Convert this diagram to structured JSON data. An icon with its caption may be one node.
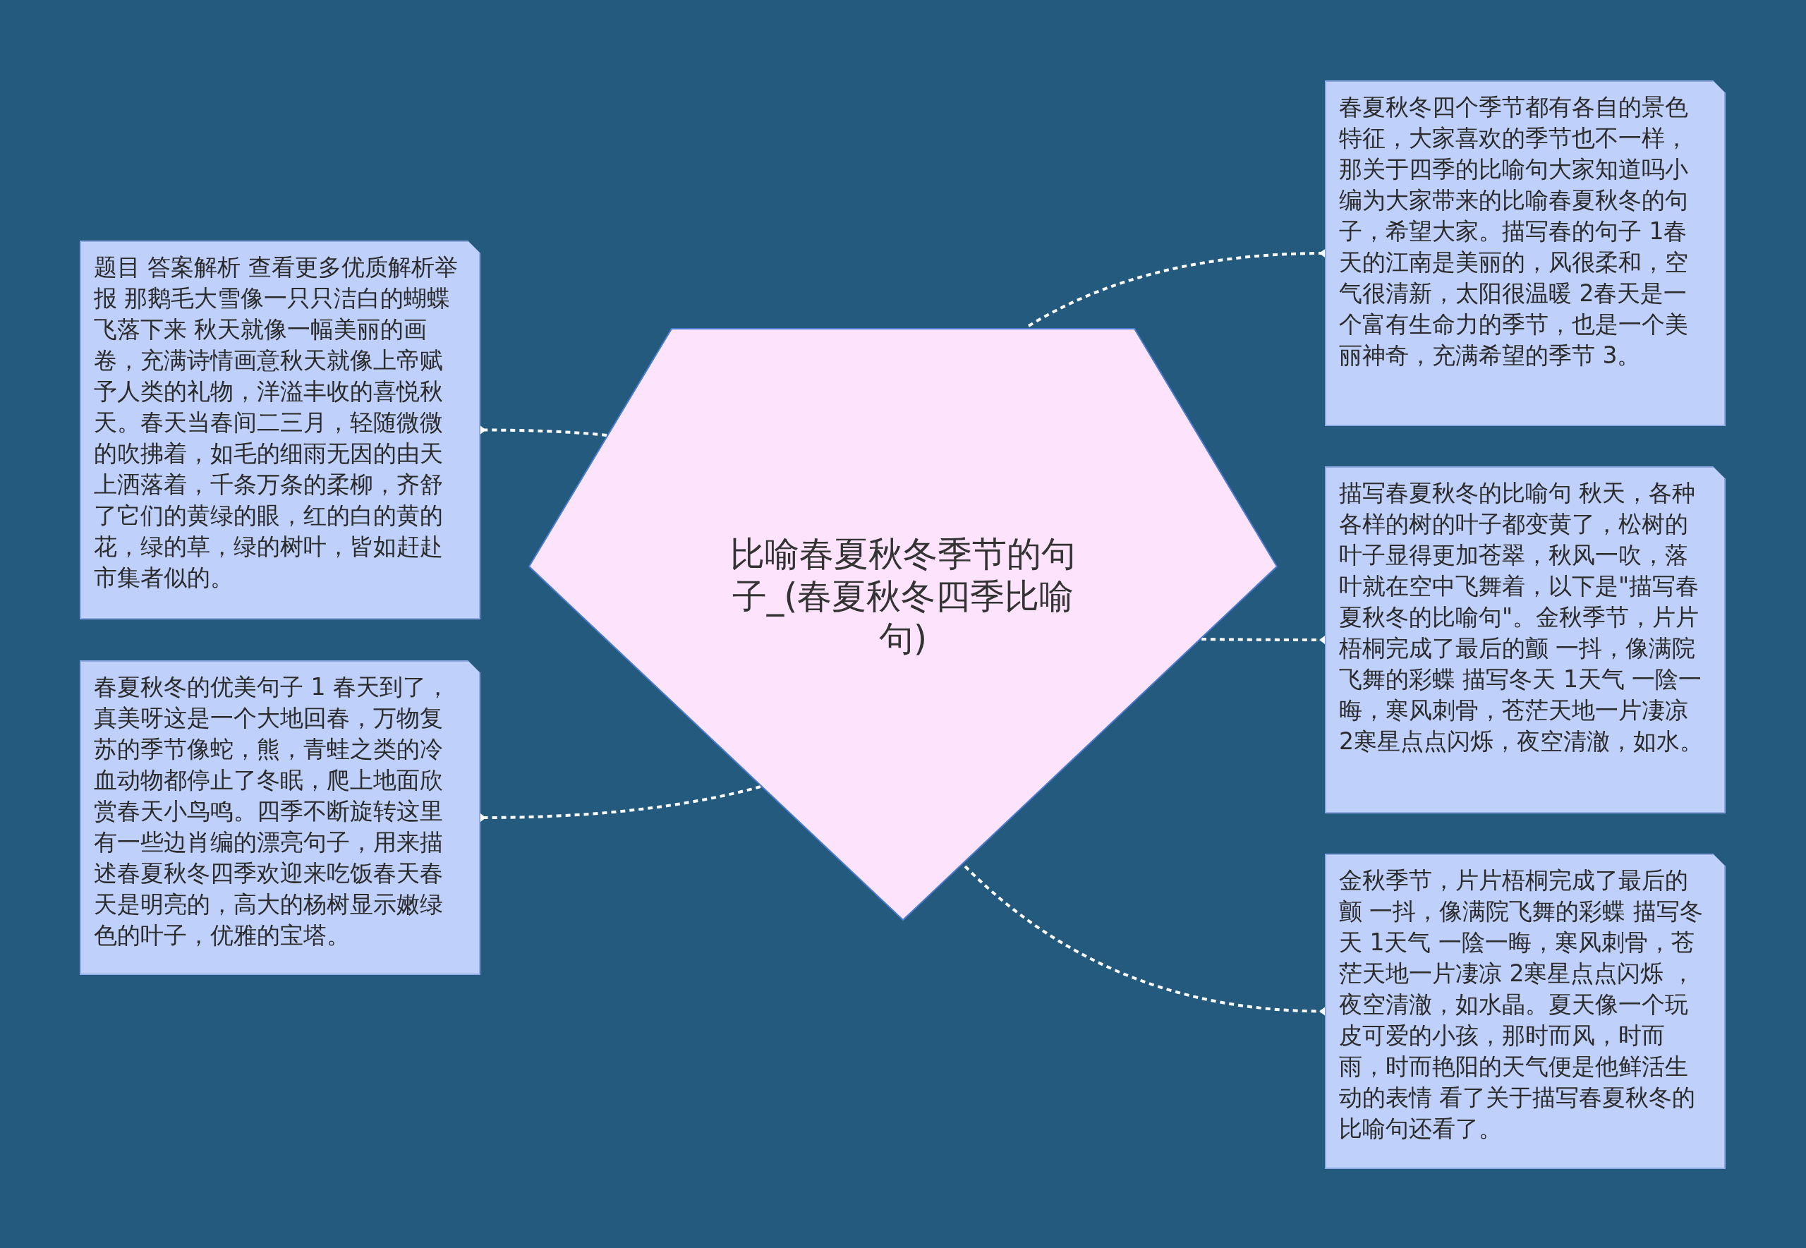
{
  "diagram": {
    "nodes": [
      {
        "text": [
          "比喻春夏秋冬季节的句子_(春夏秋冬四季比喻句)"
        ]
      },
      {
        "text": [
          "题目 答案解析 查看更多优质解析举报 那鹅毛大雪像一只只洁白的蝴蝶飞落下来 秋天就像一幅美丽的画卷，充满诗情画意秋天就像上帝赋予人类的礼物，洋溢丰收的喜悦秋天。春天当春间二三月，轻随微微的吹拂着，如毛的细雨无因的由天上洒落着，千条万条的柔柳，齐舒了它们的黄绿的眼，红的白的黄的花，绿的草，绿的树叶，皆如赶赴市集者似的。"
        ]
      },
      {
        "text": [
          "春夏秋冬的优美句子 1 春天到了，真美呀这是一个大地回春，万物复苏的季节像蛇，熊，青蛙之类的冷血动物都停止了冬眠，爬上地面欣赏春天小鸟鸣。四季不断旋转这里有一些边肖编的漂亮句子，用来描述春夏秋冬四季欢迎来吃饭春天春天是明亮的，高大的杨树显示嫩绿色的叶子，优雅的宝塔。"
        ]
      },
      {
        "text": [
          "春夏秋冬四个季节都有各自的景色特征，大家喜欢的季节也不一样，那关于四季的比喻句大家知道吗小编为大家带来的比喻春夏秋冬的句子，希望大家。描写春的句子 1春天的江南是美丽的，风很柔和，空气很清新，太阳很温暖 2春天是一个富有生命力的季节，也是一个美丽神奇，充满希望的季节 3。"
        ]
      },
      {
        "text": [
          "描写春夏秋冬的比喻句 秋天，各种各样的树的叶子都变黄了，松树的叶子显得更加苍翠，秋风一吹，落叶就在空中飞舞着，以下是\"描写春夏秋冬的比喻句\"。金秋季节，片片梧桐完成了最后的颤 一抖，像满院飞舞的彩蝶 描写冬天 1天气 一陰一晦，寒风刺骨，苍茫天地一片凄凉 2寒星点点闪烁，夜空清澈，如水。"
        ]
      },
      {
        "text": [
          "金秋季节，片片梧桐完成了最后的颤 一抖，像满院飞舞的彩蝶 描写冬天 1天气 一陰一晦，寒风刺骨，苍茫天地一片凄凉 2寒星点点闪烁 ，夜空清澈，如水晶。夏天像一个玩皮可爱的小孩，那时而风，时而雨，时而艳阳的天气便是他鲜活生动的表情 看了关于描写春夏秋冬的比喻句还看了。"
        ]
      }
    ],
    "edges": [
      {
        "from": 0,
        "to": 1,
        "arrow": "other",
        "style": "dashed"
      },
      {
        "from": 0,
        "to": 2,
        "arrow": "other",
        "style": "dashed"
      },
      {
        "from": 0,
        "to": 3,
        "arrow": "other",
        "style": "dashed"
      },
      {
        "from": 0,
        "to": 4,
        "arrow": "other",
        "style": "dashed"
      },
      {
        "from": 0,
        "to": 5,
        "arrow": "other",
        "style": "dashed"
      }
    ]
  }
}
